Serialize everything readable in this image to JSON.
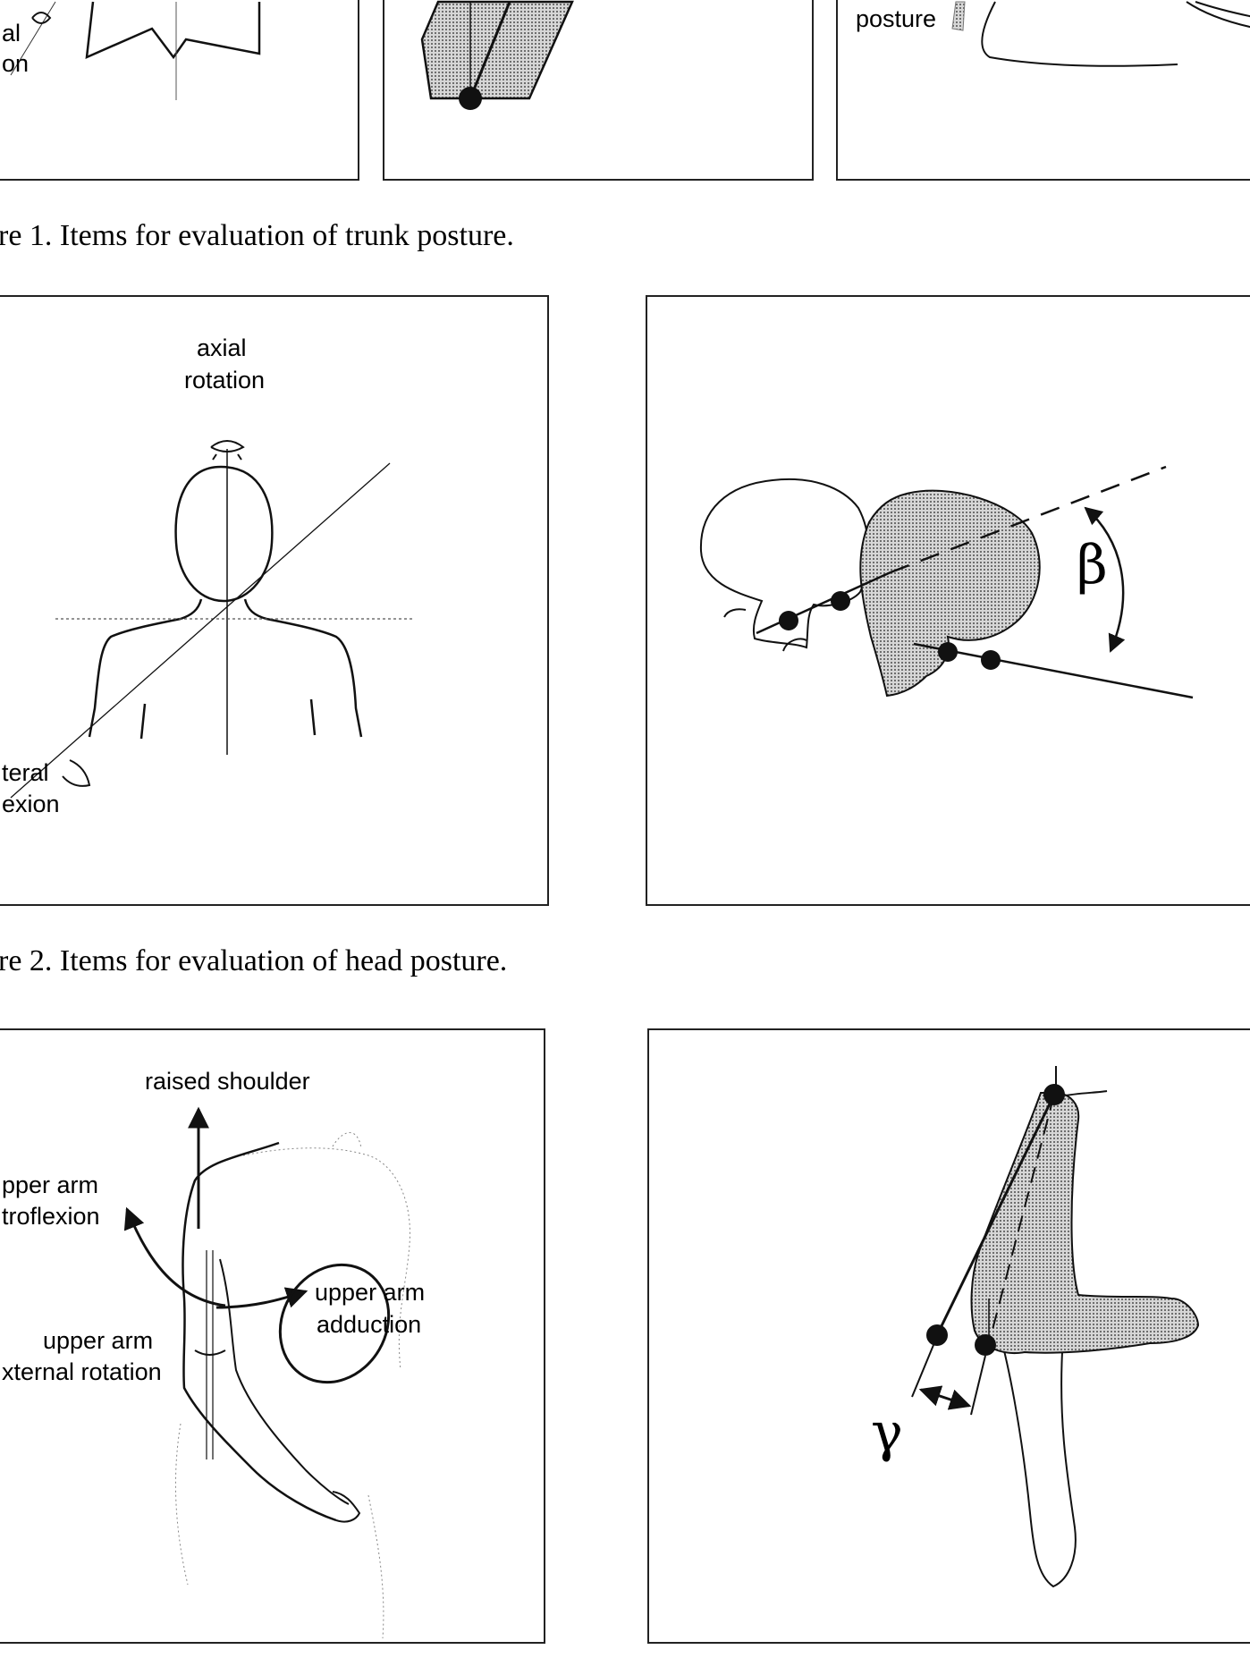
{
  "figure1": {
    "caption": "re 1. Items for evaluation of trunk posture.",
    "labels": {
      "lateral_a": "al",
      "lateral_b": "on",
      "posture": "posture"
    }
  },
  "figure2": {
    "caption": "re 2. Items for evaluation of head posture.",
    "labels": {
      "axial_a": "axial",
      "axial_b": "rotation",
      "lateral_a": "teral",
      "lateral_b": "exion",
      "angle": "β"
    }
  },
  "figure3": {
    "labels": {
      "raised_shoulder": "raised shoulder",
      "retro_a": "pper arm",
      "retro_b": "troflexion",
      "adduction_a": "upper arm",
      "adduction_b": "adduction",
      "rotation_a": "upper arm",
      "rotation_b": "xternal rotation",
      "angle": "γ"
    }
  },
  "colors": {
    "line": "#111111",
    "shade": "#a9a9a9",
    "frame": "#222222"
  }
}
